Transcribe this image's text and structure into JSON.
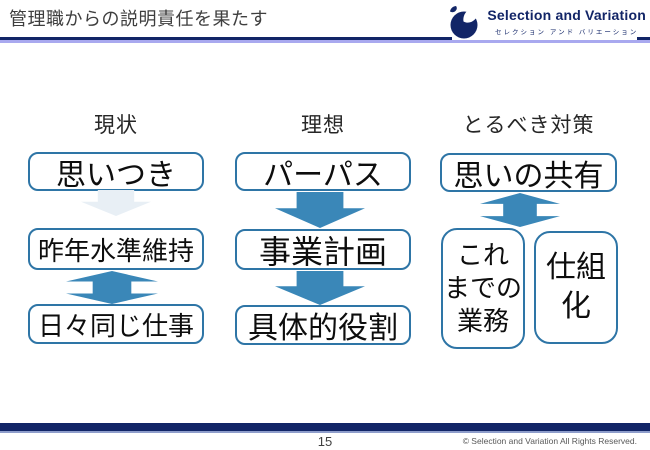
{
  "slide": {
    "title": "管理職からの説明責任を果たす",
    "page_number": "15",
    "copyright": "© Selection and Variation All Rights Reserved."
  },
  "logo": {
    "name": "Selection and Variation",
    "subtitle": "セレクション アンド バリエーション",
    "mark": "comma-swoosh-icon"
  },
  "columns": [
    {
      "heading": "現状",
      "boxes": [
        "思いつき",
        "昨年水準維持",
        "日々同じ仕事"
      ],
      "arrows": [
        "faded-down-arrow",
        "two-way-vertical-arrow"
      ]
    },
    {
      "heading": "理想",
      "boxes": [
        "パーパス",
        "事業計画",
        "具体的役割"
      ],
      "arrows": [
        "down-arrow",
        "down-arrow"
      ]
    },
    {
      "heading": "とるべき対策",
      "boxes": [
        "思いの共有",
        "これ\nまでの\n業務",
        "仕組\n化"
      ],
      "arrows": [
        "two-way-vertical-arrow"
      ]
    }
  ],
  "colors": {
    "navy": "#122567",
    "periwinkle": "#A9A9EF",
    "box_border": "#2E75A6",
    "arrow": "#3A87B8",
    "arrow_faded": "#E8EFF5"
  }
}
